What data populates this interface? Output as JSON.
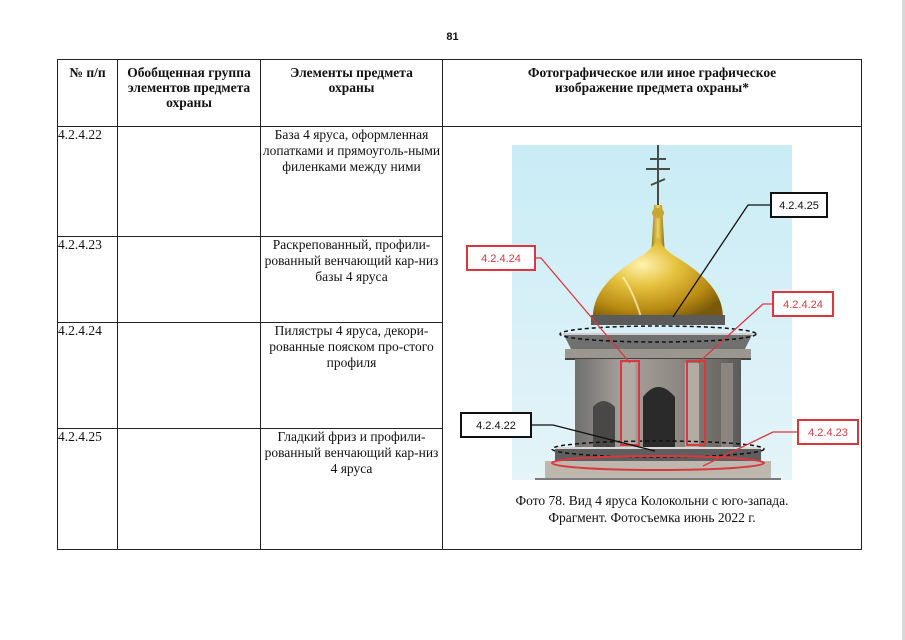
{
  "page_number": "81",
  "table": {
    "headers": {
      "num": "№ п/п",
      "group": "Обобщенная группа элементов предмета охраны",
      "elements": "Элементы предмета охраны",
      "image": "Фотографическое или иное графическое изображение предмета охраны*"
    },
    "rows": [
      {
        "num": "4.2.4.22",
        "group": "",
        "desc": "База 4 яруса, оформленная лопатками и прямоуголь-ными филенками между ними"
      },
      {
        "num": "4.2.4.23",
        "group": "",
        "desc": "Раскрепованный, профили-рованный венчающий кар-низ базы 4 яруса"
      },
      {
        "num": "4.2.4.24",
        "group": "",
        "desc": "Пилястры 4 яруса, декори-рованные пояском про-стого профиля"
      },
      {
        "num": "4.2.4.25",
        "group": "",
        "desc": "Гладкий фриз и профили-рованный венчающий кар-низ 4 яруса"
      }
    ]
  },
  "photo": {
    "callouts": [
      {
        "label": "4.2.4.25",
        "color": "#111111"
      },
      {
        "label": "4.2.4.24",
        "color": "#d9383f"
      },
      {
        "label": "4.2.4.24",
        "color": "#d9383f"
      },
      {
        "label": "4.2.4.22",
        "color": "#111111"
      },
      {
        "label": "4.2.4.23",
        "color": "#d9383f"
      }
    ],
    "caption_line1": "Фото 78. Вид 4 яруса Колокольни с юго-запада.",
    "caption_line2": "Фрагмент. Фотосъемка июнь 2022 г."
  }
}
